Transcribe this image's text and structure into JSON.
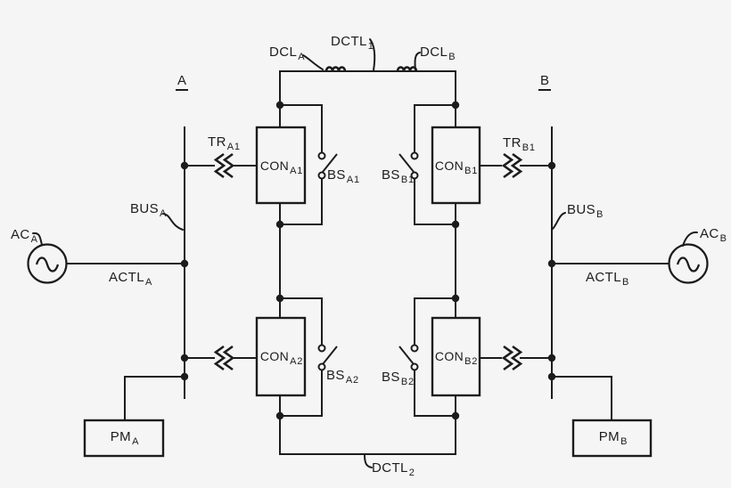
{
  "figure": {
    "type": "electrical-schematic",
    "description": "Dual-channel AC/DC electric power system one-line diagram",
    "background_color": "#f5f5f6",
    "line_color": "#1c1c1c"
  },
  "sections": {
    "a": {
      "label": "A"
    },
    "b": {
      "label": "B"
    }
  },
  "labels": {
    "dcl_a": {
      "main": "DCL",
      "sub": "A"
    },
    "dctl_1": {
      "main": "DCTL",
      "sub": "1"
    },
    "dcl_b": {
      "main": "DCL",
      "sub": "B"
    },
    "tr_a1": {
      "main": "TR",
      "sub": "A1"
    },
    "tr_b1": {
      "main": "TR",
      "sub": "B1"
    },
    "bus_a": {
      "main": "BUS",
      "sub": "A"
    },
    "bus_b": {
      "main": "BUS",
      "sub": "B"
    },
    "ac_a": {
      "main": "AC",
      "sub": "A"
    },
    "ac_b": {
      "main": "AC",
      "sub": "B"
    },
    "actl_a": {
      "main": "ACTL",
      "sub": "A"
    },
    "actl_b": {
      "main": "ACTL",
      "sub": "B"
    },
    "con_a1": {
      "main": "CON",
      "sub": "A1"
    },
    "con_b1": {
      "main": "CON",
      "sub": "B1"
    },
    "con_a2": {
      "main": "CON",
      "sub": "A2"
    },
    "con_b2": {
      "main": "CON",
      "sub": "B2"
    },
    "bs_a1": {
      "main": "BS",
      "sub": "A1"
    },
    "bs_b1": {
      "main": "BS",
      "sub": "B1"
    },
    "bs_a2": {
      "main": "BS",
      "sub": "A2"
    },
    "bs_b2": {
      "main": "BS",
      "sub": "B2"
    },
    "pm_a": {
      "main": "PM",
      "sub": "A"
    },
    "pm_b": {
      "main": "PM",
      "sub": "B"
    },
    "dctl_2": {
      "main": "DCTL",
      "sub": "2"
    }
  }
}
